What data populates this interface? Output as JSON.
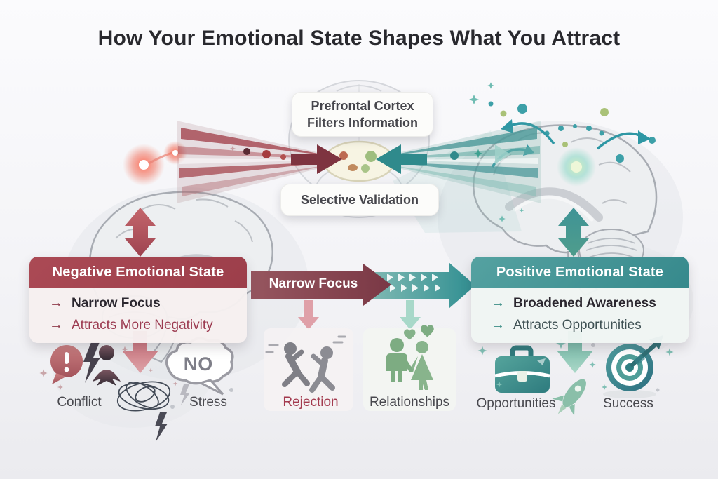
{
  "title": "How Your Emotional State Shapes What You Attract",
  "center": {
    "filter_box": "Prefrontal Cortex Filters Information",
    "validation_box": "Selective Validation"
  },
  "flow": {
    "narrow_focus_arrow_label": "Narrow Focus"
  },
  "bullet_arrow": "→",
  "negative": {
    "header": "Negative Emotional State",
    "items": [
      "Narrow Focus",
      "Attracts More Negativity"
    ]
  },
  "positive": {
    "header": "Positive Emotional State",
    "items": [
      "Broadened Awareness",
      "Attracts Opportunities"
    ]
  },
  "outcomes": {
    "negative": [
      "Conflict",
      "Stress",
      "Rejection"
    ],
    "positive": [
      "Relationships",
      "Opportunities",
      "Success"
    ]
  },
  "stress_bubble_text": "NO",
  "icons": {
    "brain-left-icon": "🧠",
    "brain-right-icon": "🧠",
    "brain-center-icon": "🧠",
    "double-arrow-icon": "↕",
    "down-arrow-icon": "↓",
    "exclamation-bubble-icon": "❗",
    "lightning-icon": "⚡",
    "person-icon": "👤",
    "tangle-scribble-icon": "〰",
    "no-speech-bubble-icon": "💬",
    "running-figures-icon": "🏃",
    "couple-hearts-icon": "💑",
    "briefcase-icon": "💼",
    "rocket-icon": "🚀",
    "target-arrow-icon": "🎯",
    "sparkle-icon": "✦"
  },
  "colors": {
    "negative_accent": "#A4454F",
    "negative_deep": "#7E3440",
    "negative_text": "#9C3B51",
    "positive_accent": "#4B9899",
    "positive_deep": "#2F8A8C",
    "background": "#F2F2F5",
    "title_text": "#29292E"
  }
}
